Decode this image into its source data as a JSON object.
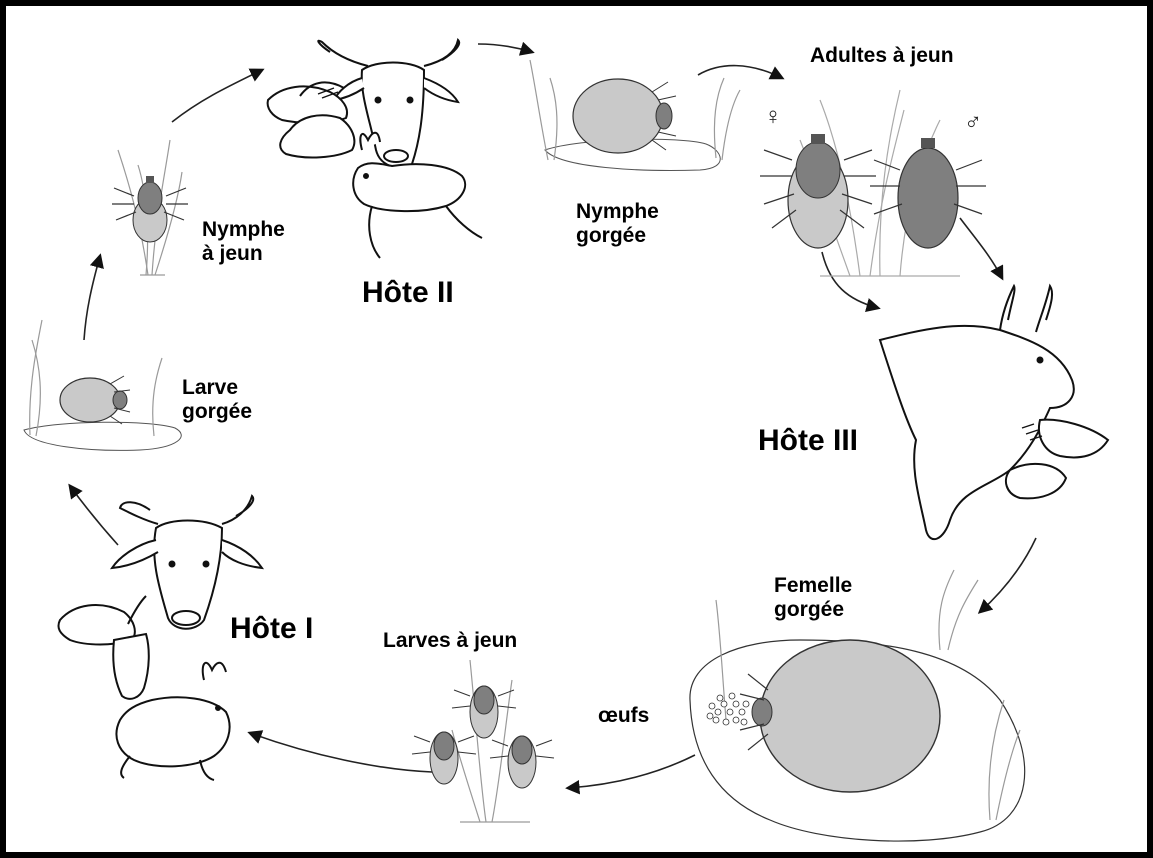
{
  "labels": {
    "adultes_a_jeun": "Adultes à jeun",
    "female_symbol": "♀",
    "male_symbol": "♂",
    "nymphe_gorgee": "Nymphe\ngorgée",
    "nymphe_a_jeun": "Nymphe\nà jeun",
    "hote_ii": "Hôte II",
    "larve_gorgee": "Larve\ngorgée",
    "hote_iii": "Hôte III",
    "femelle_gorgee": "Femelle\ngorgée",
    "hote_i": "Hôte I",
    "larves_a_jeun": "Larves à jeun",
    "oeufs": "œufs"
  },
  "colors": {
    "tick_light": "#c9c9c9",
    "tick_dark": "#7f7f7f",
    "engorged": "#c8c8c8",
    "line": "#222222",
    "grass": "#9a9a9a"
  },
  "icons": [
    "cow-icon",
    "goat-icon",
    "rabbit-icon",
    "tick-icon",
    "grass-icon",
    "egg-cluster-icon",
    "cycle-arrow-icon"
  ]
}
